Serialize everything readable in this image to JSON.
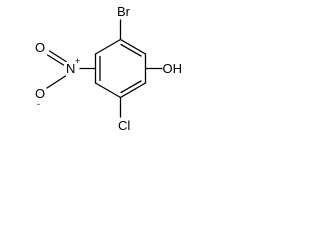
{
  "molecule": {
    "atoms": {
      "bromine": "Br",
      "hydroxyl": "OH",
      "chlorine": "Cl",
      "nitro_nitrogen": "N",
      "nitro_oxygen_top": "O",
      "nitro_oxygen_bottom": "O",
      "nitro_nitrogen_charge": "+",
      "nitro_oxygen_charge": "-"
    }
  }
}
